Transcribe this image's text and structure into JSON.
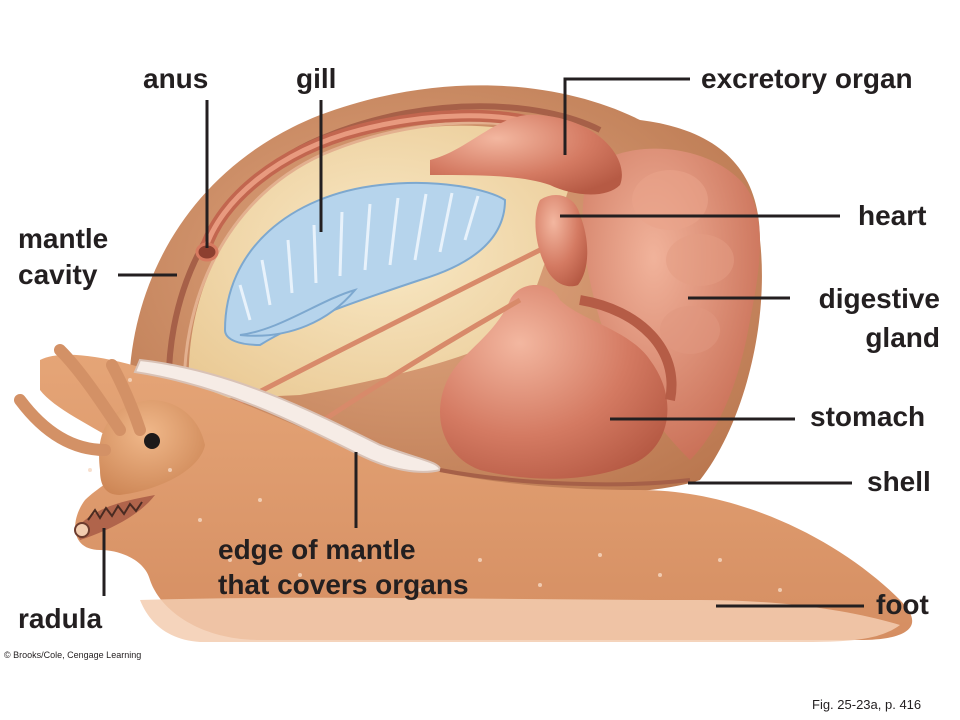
{
  "labels": {
    "anus": "anus",
    "gill": "gill",
    "excretory_organ": "excretory organ",
    "mantle_cavity_line1": "mantle",
    "mantle_cavity_line2": "cavity",
    "heart": "heart",
    "digestive_gland_line1": "digestive",
    "digestive_gland_line2": "gland",
    "stomach": "stomach",
    "shell": "shell",
    "edge_of_mantle_line1": "edge of mantle",
    "edge_of_mantle_line2": "that covers organs",
    "foot": "foot",
    "radula": "radula"
  },
  "copyright": "© Brooks/Cole, Cengage Learning",
  "figure_ref": "Fig. 25-23a, p. 416",
  "colors": {
    "label_text": "#231f20",
    "leader_line": "#231f20",
    "body_flesh": "#dd9a6a",
    "shell_outer": "#c88a62",
    "mantle_cavity": "#f3dcb0",
    "gill": "#a9cce8",
    "organ": "#d77a60",
    "digestive_gland": "#cf7b63"
  }
}
